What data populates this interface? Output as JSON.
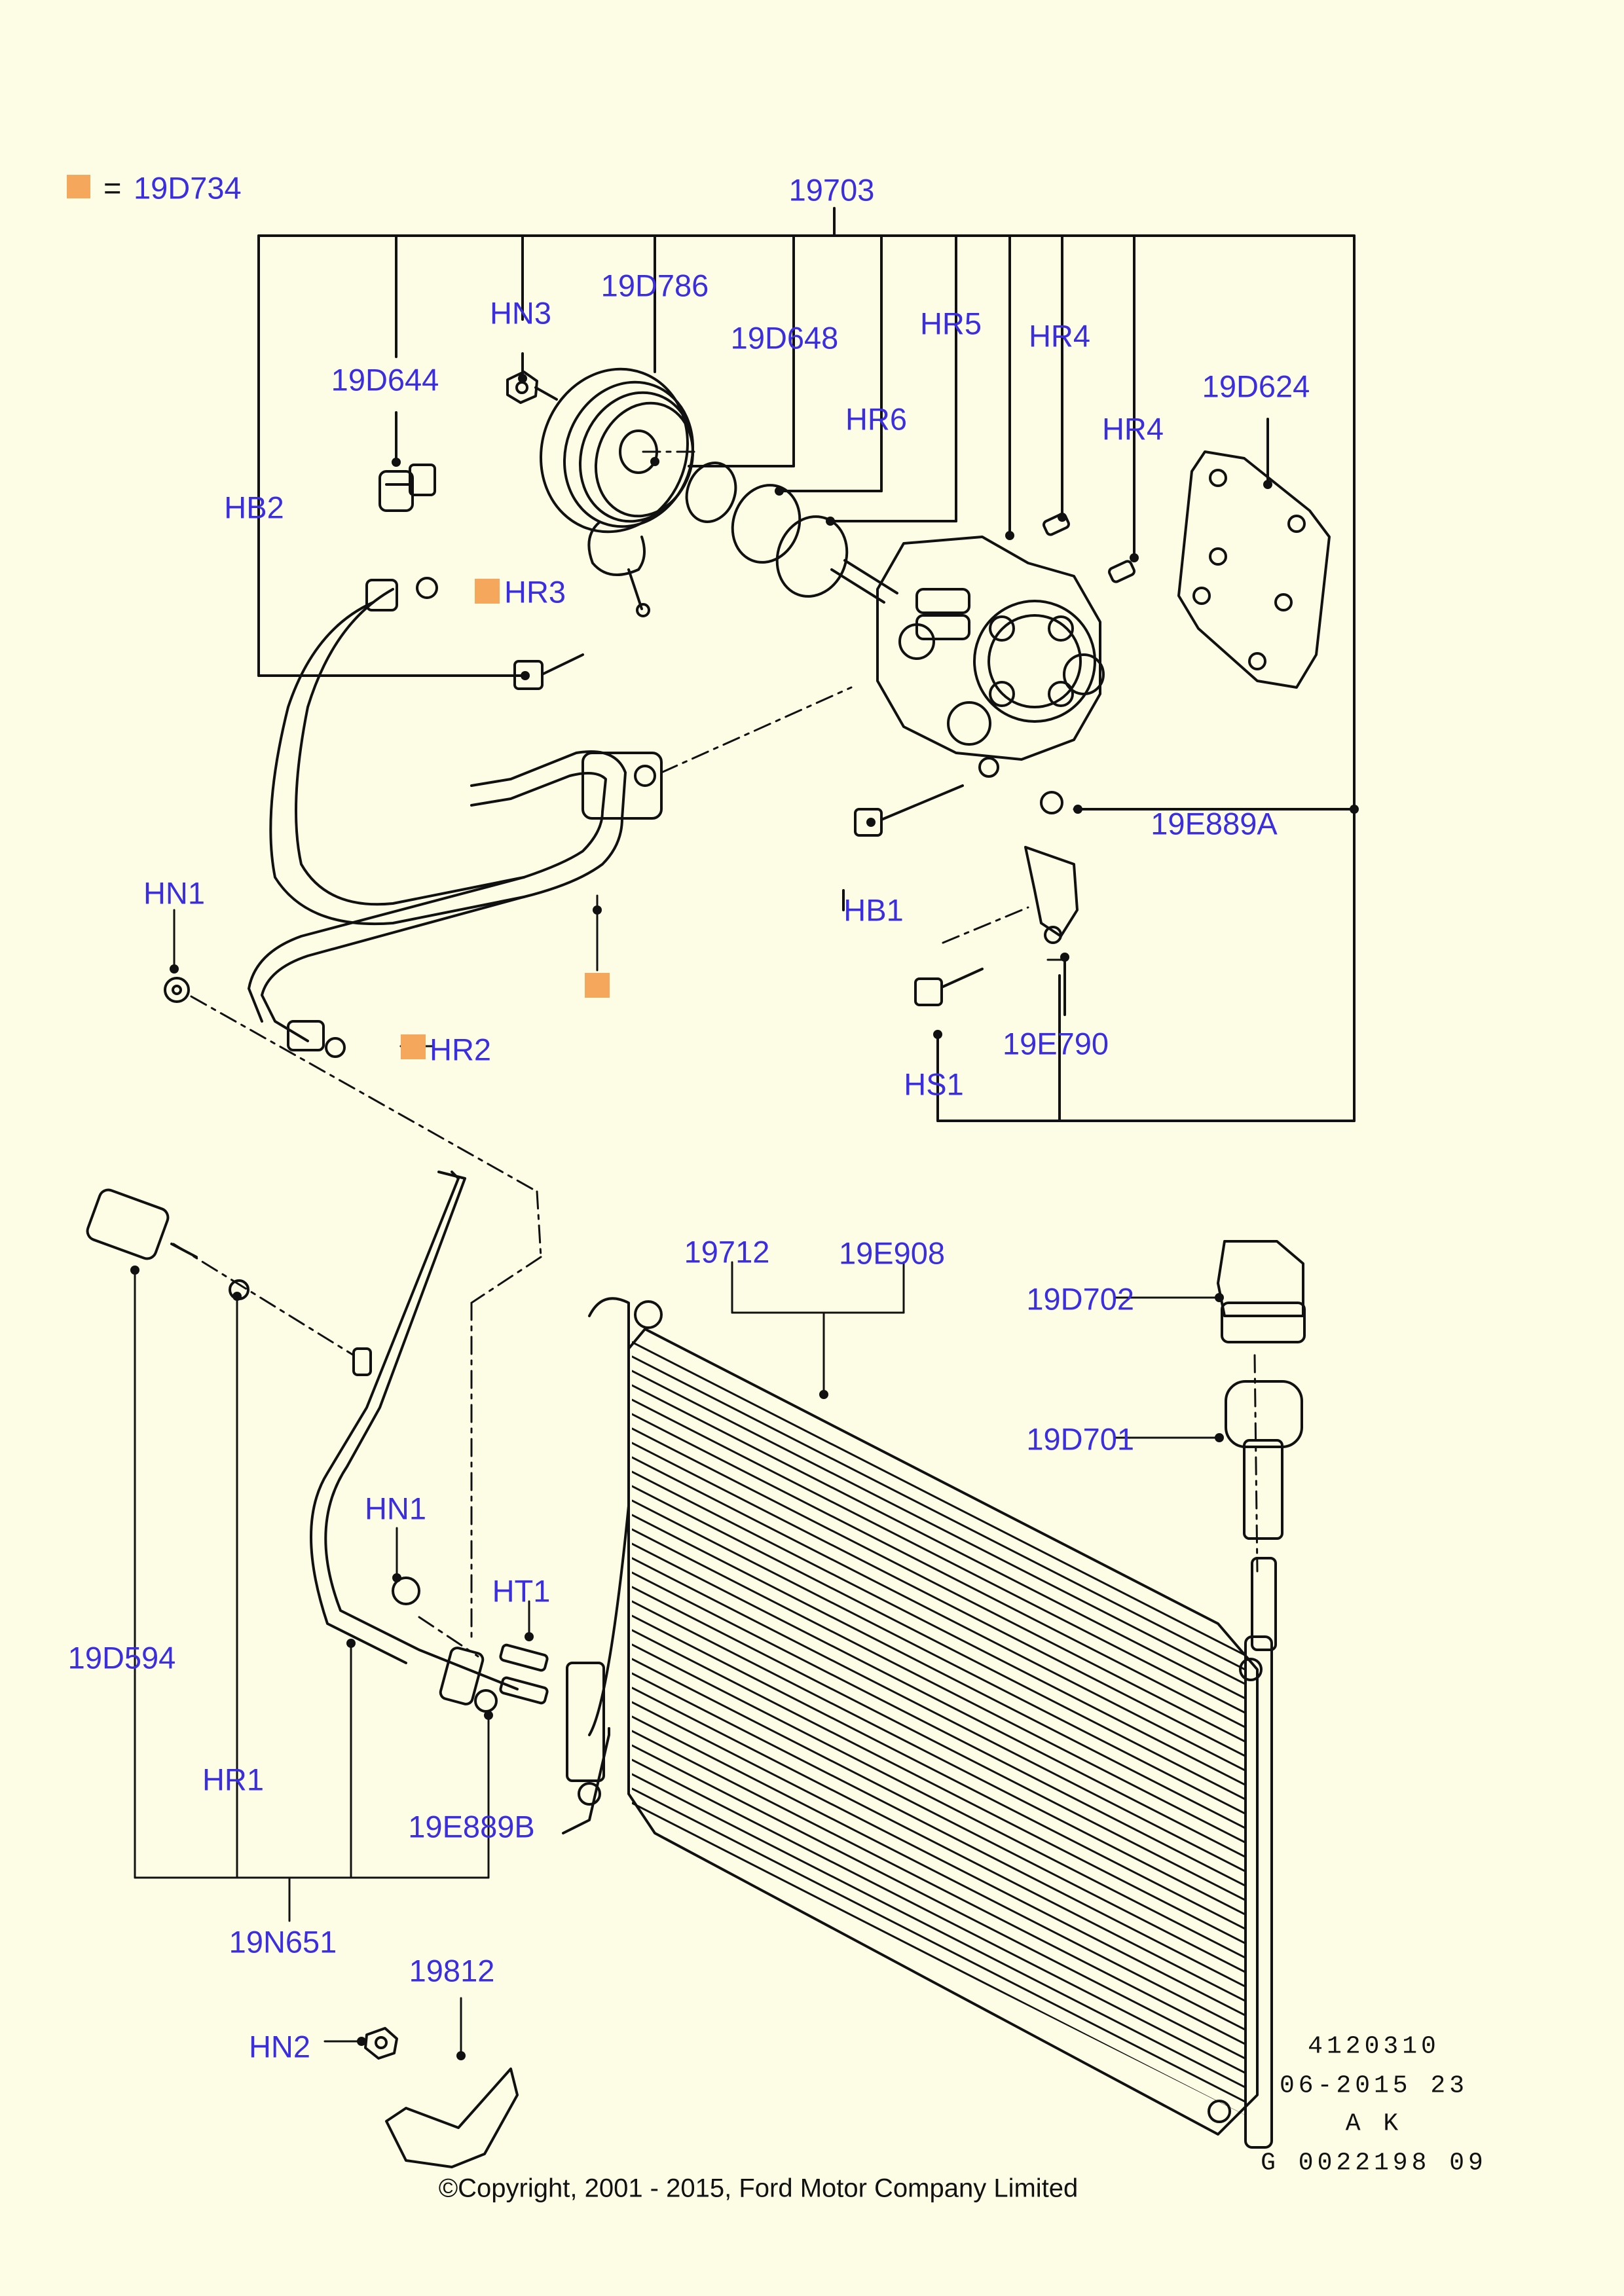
{
  "legend": {
    "color": "#f5a85b",
    "equals": "=",
    "code": "19D734"
  },
  "labels": [
    {
      "text": "19703"
    },
    {
      "text": "19D786"
    },
    {
      "text": "HN3"
    },
    {
      "text": "19D648"
    },
    {
      "text": "HR5"
    },
    {
      "text": "HR4"
    },
    {
      "text": "19D644"
    },
    {
      "text": "HR6"
    },
    {
      "text": "19D624"
    },
    {
      "text": "HR4"
    },
    {
      "text": "HB2"
    },
    {
      "text": "HR3"
    },
    {
      "text": "HN1"
    },
    {
      "text": "HR2"
    },
    {
      "text": "19E889A"
    },
    {
      "text": "HB1"
    },
    {
      "text": "19E790"
    },
    {
      "text": "HS1"
    },
    {
      "text": "19712"
    },
    {
      "text": "19E908"
    },
    {
      "text": "19D702"
    },
    {
      "text": "19D701"
    },
    {
      "text": "HN1"
    },
    {
      "text": "HT1"
    },
    {
      "text": "19D594"
    },
    {
      "text": "HR1"
    },
    {
      "text": "19E889B"
    },
    {
      "text": "19N651"
    },
    {
      "text": "19812"
    },
    {
      "text": "HN2"
    }
  ],
  "stamp": {
    "line1": "4120310",
    "line2": "06-2015 23",
    "line3": "A K",
    "line4": "G 0022198 09"
  },
  "copyright": "©Copyright, 2001 - 2015, Ford Motor Company Limited"
}
